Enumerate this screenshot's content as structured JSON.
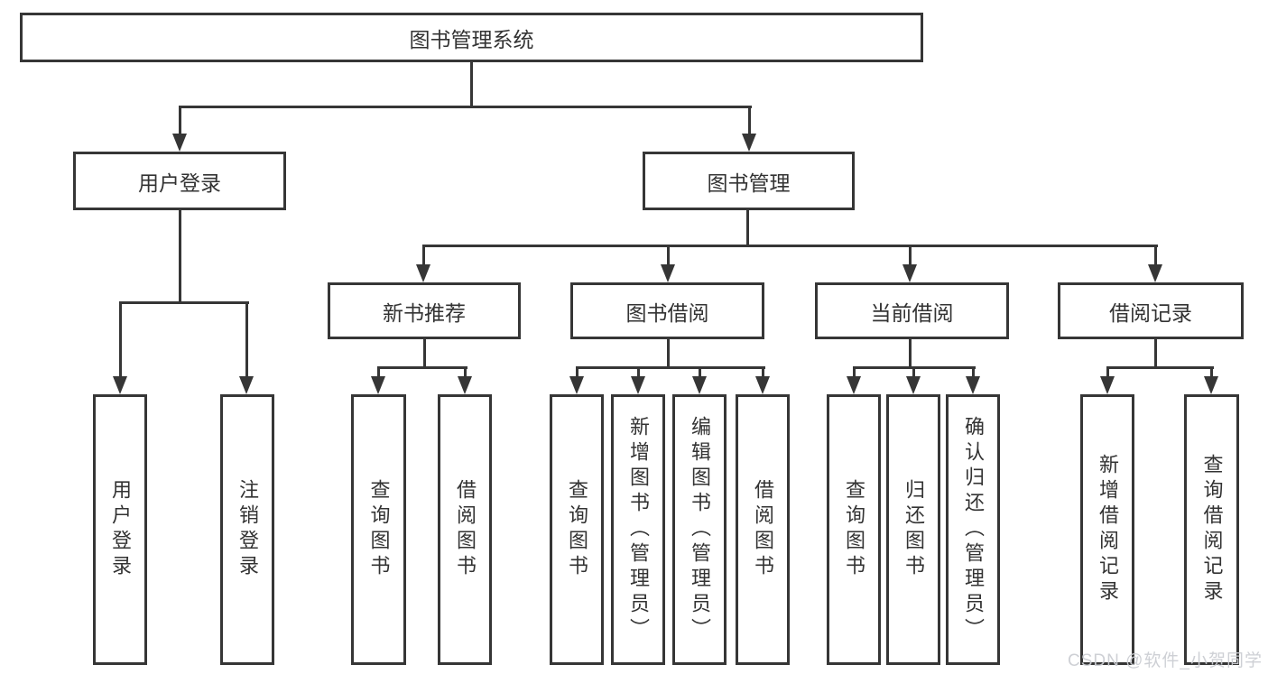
{
  "tree": {
    "root_label": "图书管理系统",
    "branches": [
      {
        "label": "用户登录",
        "children": [
          {
            "label": "用户登录"
          },
          {
            "label": "注销登录"
          }
        ]
      },
      {
        "label": "图书管理",
        "children": [
          {
            "label": "新书推荐",
            "children": [
              {
                "label": "查询图书"
              },
              {
                "label": "借阅图书"
              }
            ]
          },
          {
            "label": "图书借阅",
            "children": [
              {
                "label": "查询图书"
              },
              {
                "label": "新增图书（管理员）"
              },
              {
                "label": "编辑图书（管理员）"
              },
              {
                "label": "借阅图书"
              }
            ]
          },
          {
            "label": "当前借阅",
            "children": [
              {
                "label": "查询图书"
              },
              {
                "label": "归还图书"
              },
              {
                "label": "确认归还（管理员）"
              }
            ]
          },
          {
            "label": "借阅记录",
            "children": [
              {
                "label": "新增借阅记录"
              },
              {
                "label": "查询借阅记录"
              }
            ]
          }
        ]
      }
    ]
  },
  "watermark": "CSDN @软件_小贺同学",
  "colors": {
    "line": "#363636",
    "text": "#333333",
    "background": "#ffffff",
    "watermark": "#cbced3"
  }
}
